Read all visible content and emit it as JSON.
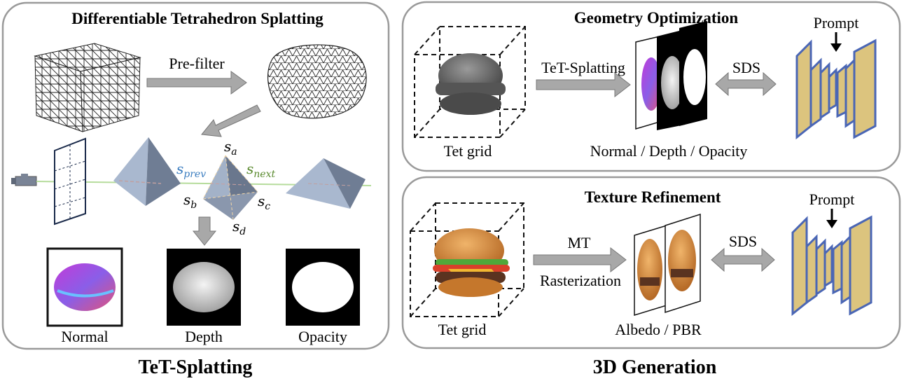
{
  "left_panel": {
    "title": "Differentiable Tetrahedron Splatting",
    "prefilter_label": "Pre-filter",
    "symbols": {
      "s_a": "a",
      "s_b": "b",
      "s_c": "c",
      "s_d": "d",
      "s_prev": "prev",
      "s_next": "next",
      "s_letter": "s"
    },
    "outputs": [
      "Normal",
      "Depth",
      "Opacity"
    ],
    "caption": "TeT-Splatting"
  },
  "geometry_panel": {
    "title": "Geometry Optimization",
    "grid_label": "Tet grid",
    "arrow_label": "TeT-Splatting",
    "outputs_label": "Normal / Depth / Opacity",
    "sds_label": "SDS",
    "prompt_label": "Prompt"
  },
  "texture_panel": {
    "title": "Texture Refinement",
    "grid_label": "Tet grid",
    "arrow_label_1": "MT",
    "arrow_label_2": "Rasterization",
    "outputs_label": "Albedo / PBR",
    "sds_label": "SDS",
    "prompt_label": "Prompt"
  },
  "right_caption": "3D Generation",
  "colors": {
    "panel_border": "#9a9a9a",
    "arrow_gray": "#a8a8a8",
    "tetra_blue": "#8797b0",
    "unet_fill": "#dcc47e",
    "unet_edge": "#4a66b5",
    "s_prev_color": "#3a7dc0",
    "s_next_color": "#5a8a2e"
  }
}
